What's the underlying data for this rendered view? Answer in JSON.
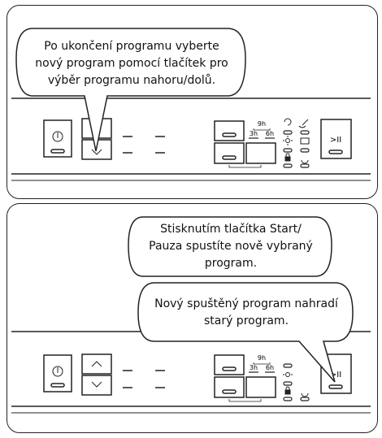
{
  "panel1": {
    "bubble_lines": [
      "Po ukončení programu vyberte",
      "nový program pomocí tlačítek pro",
      "výběr programu nahoru/dolů."
    ]
  },
  "panel2": {
    "bubble_a_lines": [
      "Stisknutím tlačítka Start/",
      "Pauza spustíte nově vybraný",
      "program."
    ],
    "bubble_b_lines": [
      "Nový spuštěný program nahradí",
      "starý program."
    ]
  },
  "control_panel": {
    "delay_9h": "9h",
    "delay_3h": "3h",
    "delay_6h": "6h",
    "start_pause_symbol": ">II",
    "power_symbol": "Ⓘ"
  },
  "colors": {
    "line": "#222222",
    "fill": "#ffffff"
  }
}
